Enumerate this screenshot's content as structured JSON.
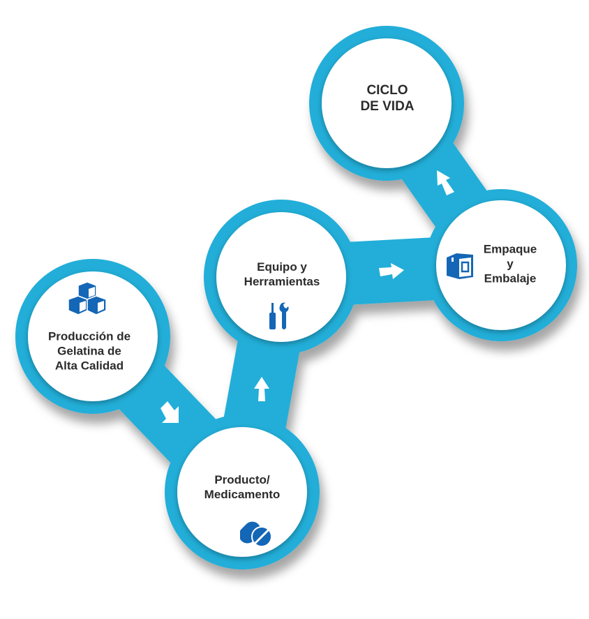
{
  "colors": {
    "ring": "#23aed8",
    "icon": "#1466b6",
    "text": "#2b2b2b"
  },
  "nodes": [
    {
      "id": "produccion",
      "label": "Producción de\nGelatina de\nAlta Calidad",
      "icon": "cubes-icon"
    },
    {
      "id": "producto",
      "label": "Producto/\nMedicamento",
      "icon": "pills-icon"
    },
    {
      "id": "equipo",
      "label": "Equipo y\nHerramientas",
      "icon": "tools-icon"
    },
    {
      "id": "empaque",
      "label": "Empaque\ny\nEmbalaje",
      "icon": "box-icon"
    },
    {
      "id": "ciclo",
      "label": "CICLO\nDE VIDA",
      "icon": ""
    }
  ]
}
